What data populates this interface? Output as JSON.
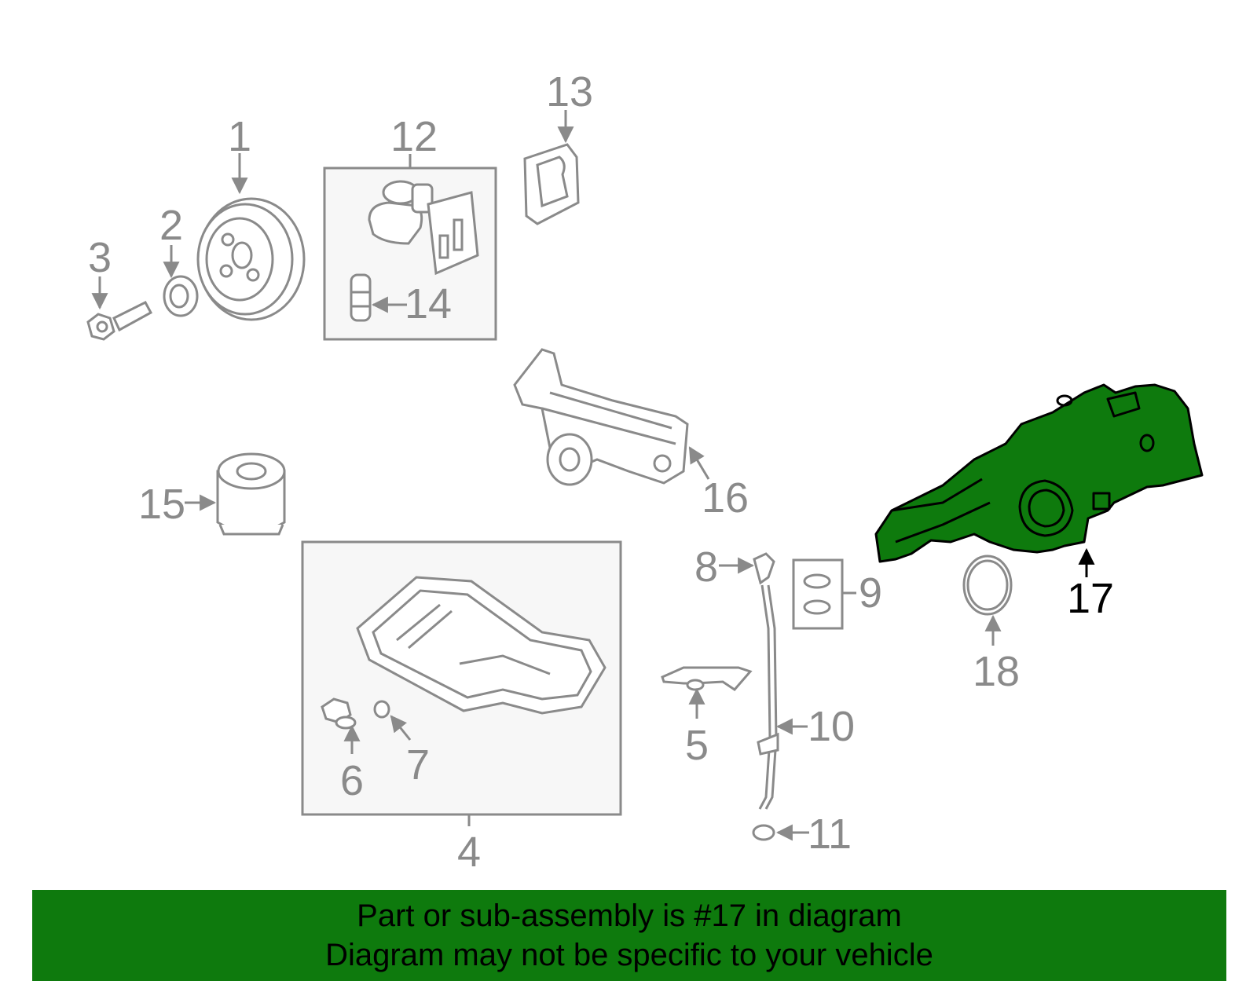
{
  "diagram": {
    "highlight_color": "#0e7a0d",
    "line_color": "#8a8a8a",
    "highlighted_callout": "17",
    "callouts": {
      "c1": "1",
      "c2": "2",
      "c3": "3",
      "c4": "4",
      "c5": "5",
      "c6": "6",
      "c7": "7",
      "c8": "8",
      "c9": "9",
      "c10": "10",
      "c11": "11",
      "c12": "12",
      "c13": "13",
      "c14": "14",
      "c15": "15",
      "c16": "16",
      "c17": "17",
      "c18": "18"
    },
    "parts": [
      {
        "id": "1",
        "icon": "crankshaft-pulley-icon"
      },
      {
        "id": "2",
        "icon": "seal-washer-icon"
      },
      {
        "id": "3",
        "icon": "bolt-icon"
      },
      {
        "id": "4",
        "icon": "oil-pan-assembly-icon"
      },
      {
        "id": "5",
        "icon": "dipstick-tube-bracket-icon"
      },
      {
        "id": "6",
        "icon": "drain-plug-icon"
      },
      {
        "id": "7",
        "icon": "drain-plug-gasket-icon"
      },
      {
        "id": "8",
        "icon": "dipstick-handle-icon"
      },
      {
        "id": "9",
        "icon": "o-ring-set-icon"
      },
      {
        "id": "10",
        "icon": "dipstick-tube-icon"
      },
      {
        "id": "11",
        "icon": "o-ring-icon"
      },
      {
        "id": "12",
        "icon": "oil-filter-adapter-icon"
      },
      {
        "id": "13",
        "icon": "adapter-gasket-icon"
      },
      {
        "id": "14",
        "icon": "filter-element-icon"
      },
      {
        "id": "15",
        "icon": "oil-filter-icon"
      },
      {
        "id": "16",
        "icon": "balance-shaft-oil-pump-icon"
      },
      {
        "id": "17",
        "icon": "intake-manifold-icon"
      },
      {
        "id": "18",
        "icon": "manifold-gasket-icon"
      }
    ]
  },
  "banner": {
    "background": "#0e7a0d",
    "line1": "Part or sub-assembly is #17 in diagram",
    "line2": "Diagram may not be specific to your vehicle"
  }
}
